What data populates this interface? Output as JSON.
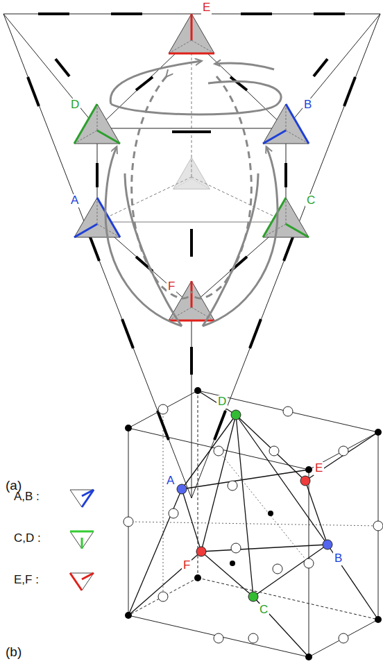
{
  "diagram": {
    "labels": [
      "E",
      "D",
      "B",
      "A",
      "C",
      "F",
      "(a)",
      "D",
      "A",
      "E",
      "F",
      "B",
      "C",
      "(b)"
    ],
    "legend": [
      {
        "text": "A,B :"
      },
      {
        "text": "C,D :"
      },
      {
        "text": "E,F :"
      }
    ]
  }
}
